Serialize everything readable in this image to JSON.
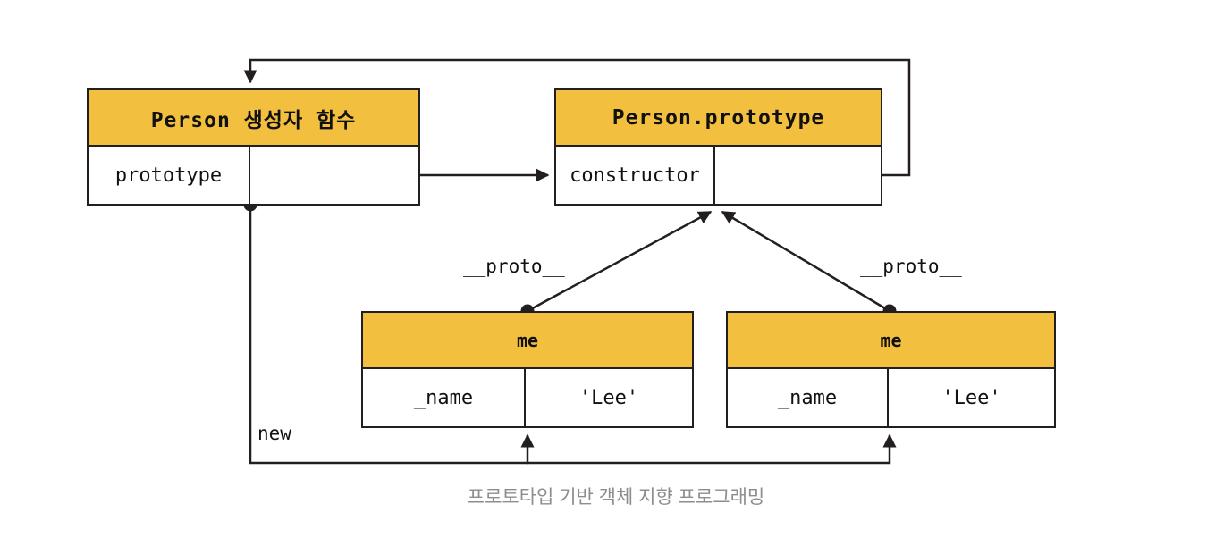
{
  "diagram": {
    "caption": "프로토타입 기반 객체 지향 프로그래밍",
    "colors": {
      "header_fill": "#f2bf3f",
      "stroke": "#231f20",
      "box_fill": "#ffffff",
      "caption_text": "#8d8d8d",
      "page_background": "#ffffff"
    },
    "boxes": {
      "person": {
        "title": "Person 생성자 함수",
        "rows": [
          {
            "key": "prototype",
            "value": ""
          }
        ]
      },
      "person_prototype": {
        "title": "Person.prototype",
        "rows": [
          {
            "key": "constructor",
            "value": ""
          }
        ]
      },
      "me_left": {
        "title": "me",
        "rows": [
          {
            "key": "_name",
            "value": "'Lee'"
          }
        ]
      },
      "me_right": {
        "title": "me",
        "rows": [
          {
            "key": "_name",
            "value": "'Lee'"
          }
        ]
      }
    },
    "edge_labels": {
      "proto_left": "__proto__",
      "proto_right": "__proto__",
      "new": "new"
    }
  }
}
